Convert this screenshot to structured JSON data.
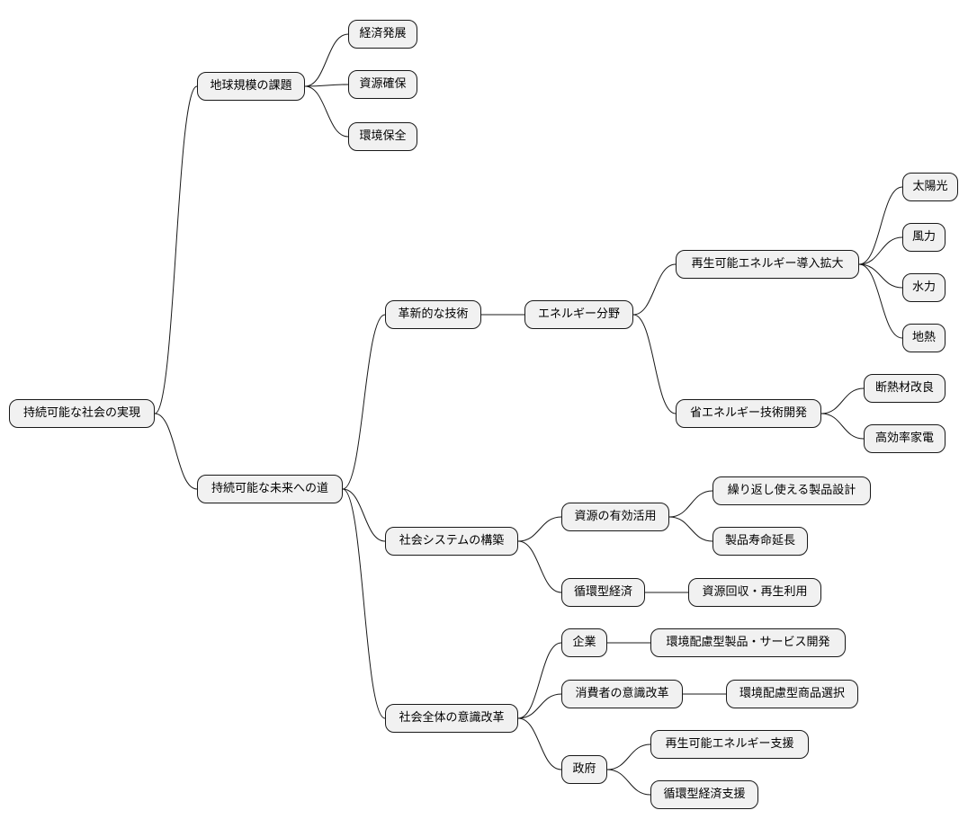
{
  "nodes": {
    "root": "持続可能な社会の実現",
    "global": "地球規模の課題",
    "economy": "経済発展",
    "resources": "資源確保",
    "environment": "環境保全",
    "path": "持続可能な未来への道",
    "tech": "革新的な技術",
    "energy": "エネルギー分野",
    "renewable": "再生可能エネルギー導入拡大",
    "solar": "太陽光",
    "wind": "風力",
    "hydro": "水力",
    "geothermal": "地熱",
    "saving": "省エネルギー技術開発",
    "insulation": "断熱材改良",
    "appliance": "高効率家電",
    "system": "社会システムの構築",
    "resource_use": "資源の有効活用",
    "reusable": "繰り返し使える製品設計",
    "lifespan": "製品寿命延長",
    "circular": "循環型経済",
    "recycle": "資源回収・再生利用",
    "awareness": "社会全体の意識改革",
    "company": "企業",
    "eco_product": "環境配慮型製品・サービス開発",
    "consumer": "消費者の意識改革",
    "eco_choice": "環境配慮型商品選択",
    "government": "政府",
    "renew_support": "再生可能エネルギー支援",
    "circular_support": "循環型経済支援"
  }
}
